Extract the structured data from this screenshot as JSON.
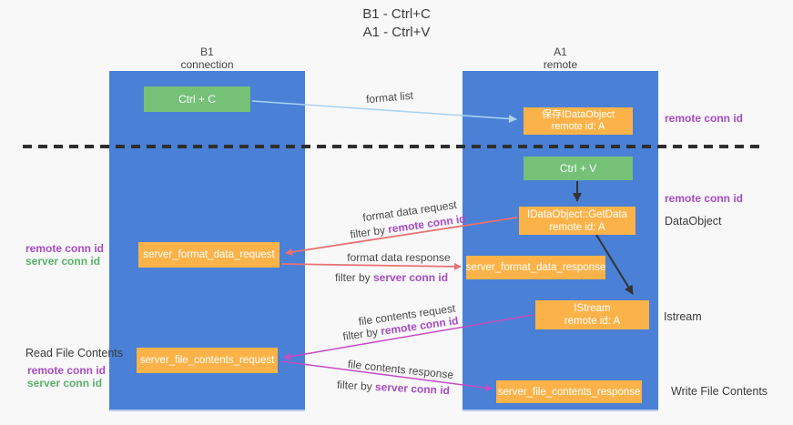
{
  "title": {
    "line1": "B1 - Ctrl+C",
    "line2": "A1 - Ctrl+V"
  },
  "lanes": {
    "left": {
      "title": "B1",
      "subtitle": "connection"
    },
    "right": {
      "title": "A1",
      "subtitle": "remote"
    }
  },
  "boxes": {
    "ctrl_c": {
      "label": "Ctrl + C"
    },
    "store_idataobject": {
      "line1": "保存IDataObject",
      "line2": "remote id: A"
    },
    "ctrl_v": {
      "label": "Ctrl + V"
    },
    "getdata": {
      "line1": "IDataObject::GetData",
      "line2": "remote id: A"
    },
    "format_request": {
      "label": "server_format_data_request"
    },
    "format_response": {
      "label": "server_format_data_response"
    },
    "istream": {
      "line1": "IStream",
      "line2": "remote id: A"
    },
    "file_request": {
      "label": "server_file_contents_request"
    },
    "file_response": {
      "label": "server_file_contents_response"
    }
  },
  "annotations": {
    "right_remote_conn_1": "remote conn id",
    "right_remote_conn_2": "remote conn id",
    "dataobject": "DataObject",
    "istream": "Istream",
    "write_file": "Write File Contents",
    "read_file": "Read File Contents",
    "left_remote_conn_1": "remote conn id",
    "left_server_conn_1": "server conn id",
    "left_remote_conn_2": "remote conn id",
    "left_server_conn_2": "server conn id"
  },
  "arrow_labels": {
    "format_list": "format list",
    "format_data_request": "format data request",
    "filter_prefix_1": "filter by ",
    "filter_value_1": "remote conn id",
    "format_data_response": "format data response",
    "filter_prefix_2": "filter by ",
    "filter_value_2": "server conn id",
    "file_contents_request": "file contents request",
    "filter_prefix_3": "filter by ",
    "filter_value_3": "remote conn id",
    "file_contents_response": "file contents response",
    "filter_prefix_4": "filter by ",
    "filter_value_4": "server conn id"
  },
  "colors": {
    "lane_blue": "#4a80d6",
    "box_orange": "#fbb349",
    "box_green": "#74c177",
    "accent_purple": "#a74bc4",
    "accent_green": "#58b368",
    "arrow_red": "#e87272",
    "arrow_magenta": "#c44bc4",
    "arrow_blue": "#a9d3f2",
    "arrow_black": "#333333",
    "divider": "#2e2e2e"
  }
}
